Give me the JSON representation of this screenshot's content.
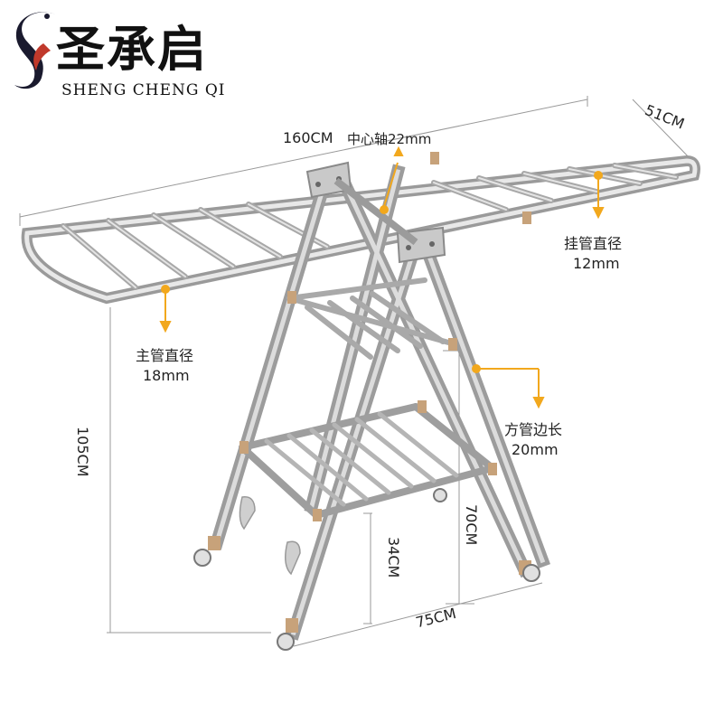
{
  "brand": {
    "name_cn": "圣承启",
    "name_en": "SHENG CHENG QI"
  },
  "dimensions": {
    "length": "160CM",
    "width": "51CM",
    "height": "105CM",
    "base_span": "75CM",
    "lower_shelf_height": "34CM",
    "mid_height": "70CM",
    "center_axis": "中心轴22mm"
  },
  "specs": {
    "hanging_tube_label": "挂管直径",
    "hanging_tube_value": "12mm",
    "main_tube_label": "主管直径",
    "main_tube_value": "18mm",
    "square_tube_label": "方管边长",
    "square_tube_value": "20mm"
  },
  "colors": {
    "steel": "#b9b9b9",
    "steel_dark": "#8c8c8c",
    "accent_arrow": "#f2a81d",
    "joint_tan": "#c7a27a",
    "dim_line": "#888888"
  }
}
